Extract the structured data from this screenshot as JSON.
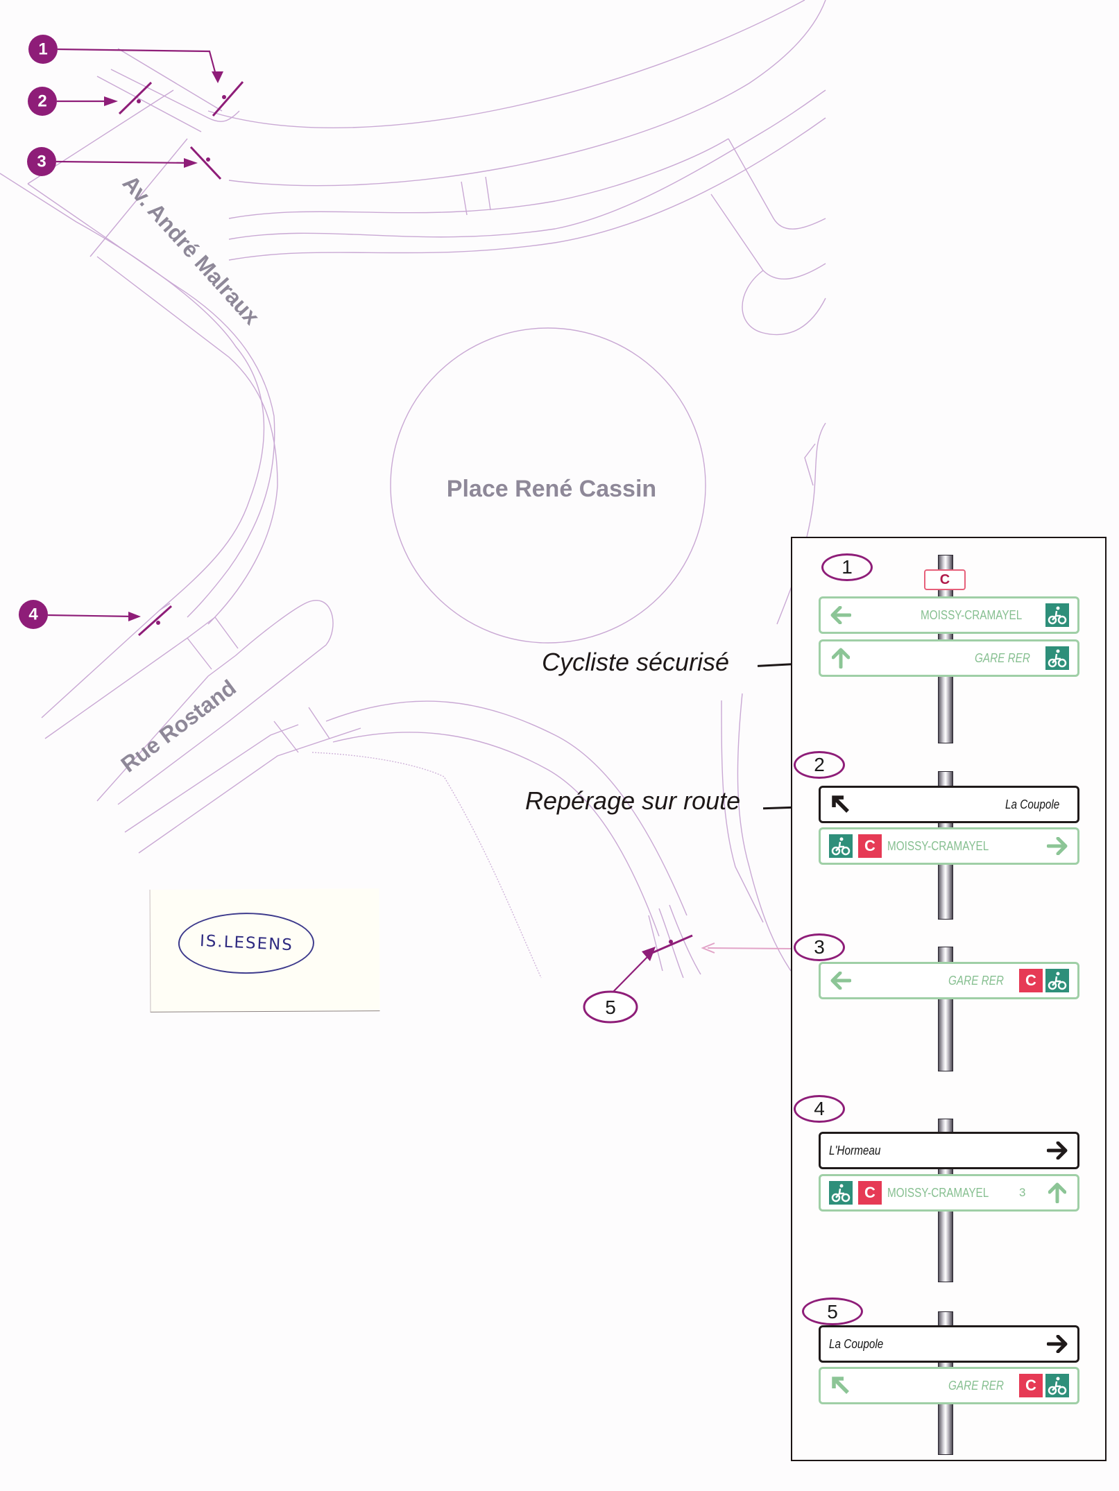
{
  "map": {
    "roundabout_label": "Place René Cassin",
    "streets": [
      {
        "id": "malraux",
        "label": "Av. André Malraux"
      },
      {
        "id": "rostand",
        "label": "Rue Rostand"
      }
    ],
    "markers": [
      {
        "number": "1"
      },
      {
        "number": "2"
      },
      {
        "number": "3"
      },
      {
        "number": "4"
      },
      {
        "number": "5"
      }
    ],
    "colors": {
      "marker": "#8e1d78",
      "road_line": "#c9a8d4",
      "street_text": "#8e8898"
    }
  },
  "note": {
    "handwritten_text": "IS.LESENS"
  },
  "callouts": [
    {
      "label": "Cycliste sécurisé"
    },
    {
      "label": "Repérage sur route"
    }
  ],
  "panel": {
    "top_plaque": "C",
    "assemblies": [
      {
        "number": "1",
        "signs": [
          {
            "type": "cycle-green",
            "arrow": "arrow-left-icon",
            "destination": "MOISSY-CRAMAYEL",
            "badges": [
              "bike-icon"
            ]
          },
          {
            "type": "cycle-green",
            "arrow": "arrow-up-icon",
            "destination": "GARE RER",
            "badges": [
              "bike-icon"
            ]
          }
        ]
      },
      {
        "number": "2",
        "signs": [
          {
            "type": "road-black",
            "arrow": "arrow-up-left-icon",
            "destination": "La Coupole"
          },
          {
            "type": "cycle-green",
            "arrow": "arrow-right-icon",
            "destination": "MOISSY-CRAMAYEL",
            "badges": [
              "bike-icon",
              "C"
            ]
          }
        ]
      },
      {
        "number": "3",
        "signs": [
          {
            "type": "cycle-green",
            "arrow": "arrow-left-icon",
            "destination": "GARE RER",
            "badges": [
              "C",
              "bike-icon"
            ]
          }
        ]
      },
      {
        "number": "4",
        "signs": [
          {
            "type": "road-black",
            "arrow": "arrow-right-icon",
            "destination": "L'Hormeau"
          },
          {
            "type": "cycle-green",
            "arrow": "arrow-up-icon",
            "destination": "MOISSY-CRAMAYEL",
            "distance": "3",
            "badges": [
              "bike-icon",
              "C"
            ]
          }
        ]
      },
      {
        "number": "5",
        "signs": [
          {
            "type": "road-black",
            "arrow": "arrow-right-icon",
            "destination": "La Coupole"
          },
          {
            "type": "cycle-green",
            "arrow": "arrow-up-left-icon",
            "destination": "GARE RER",
            "badges": [
              "C",
              "bike-icon"
            ]
          }
        ]
      }
    ],
    "colors": {
      "cycle_green": "#86bf90",
      "bike_badge": "#2e8f7a",
      "c_badge": "#e63a55",
      "road_black": "#1f1a1a"
    }
  }
}
